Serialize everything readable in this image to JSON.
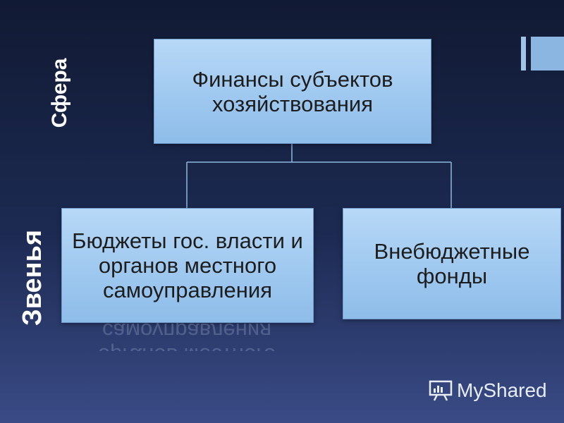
{
  "side_labels": {
    "sphere": "Сфера",
    "links": "Звенья"
  },
  "diagram": {
    "root": "Финансы субъектов хозяйствования",
    "children": [
      "Бюджеты гос. власти и органов местного самоуправления",
      "Внебюджетные фонды"
    ]
  },
  "watermark": {
    "text": "MyShared",
    "icon": "presentation-board-icon"
  },
  "colors": {
    "box_fill": "#9dc7ef",
    "connector": "#8fb8de",
    "background": "#1c2a52",
    "accent_bar": "#8cb6e2"
  }
}
